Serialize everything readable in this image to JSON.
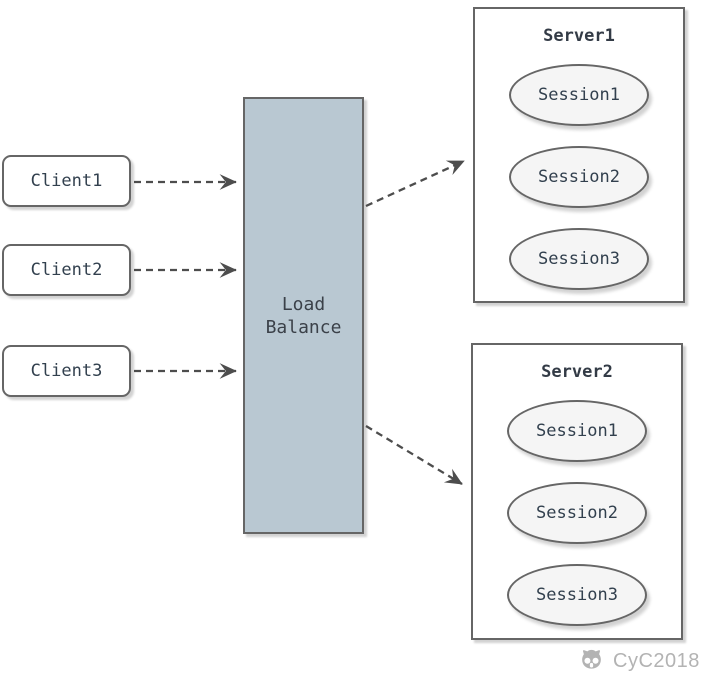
{
  "diagram": {
    "type": "load-balancing-session-diagram",
    "clients": [
      {
        "label": "Client1"
      },
      {
        "label": "Client2"
      },
      {
        "label": "Client3"
      }
    ],
    "load_balancer": {
      "lines": [
        "Load",
        "Balance"
      ],
      "fill_color": "#b9c8d2"
    },
    "servers": [
      {
        "title": "Server1",
        "sessions": [
          "Session1",
          "Session2",
          "Session3"
        ]
      },
      {
        "title": "Server2",
        "sessions": [
          "Session1",
          "Session2",
          "Session3"
        ]
      }
    ],
    "connections": [
      {
        "from": "Client1",
        "to": "Load Balance",
        "style": "dashed-arrow"
      },
      {
        "from": "Client2",
        "to": "Load Balance",
        "style": "dashed-arrow"
      },
      {
        "from": "Client3",
        "to": "Load Balance",
        "style": "dashed-arrow"
      },
      {
        "from": "Load Balance",
        "to": "Server1",
        "style": "dashed-arrow"
      },
      {
        "from": "Load Balance",
        "to": "Server2",
        "style": "dashed-arrow"
      }
    ],
    "colors": {
      "box_border": "#666666",
      "ellipse_fill": "#f5f5f5",
      "arrow": "#4d4d4d",
      "label_text": "#32404e",
      "watermark": "#b3b3b3"
    }
  },
  "watermark": {
    "icon": "octocat-icon",
    "text": "CyC2018"
  }
}
